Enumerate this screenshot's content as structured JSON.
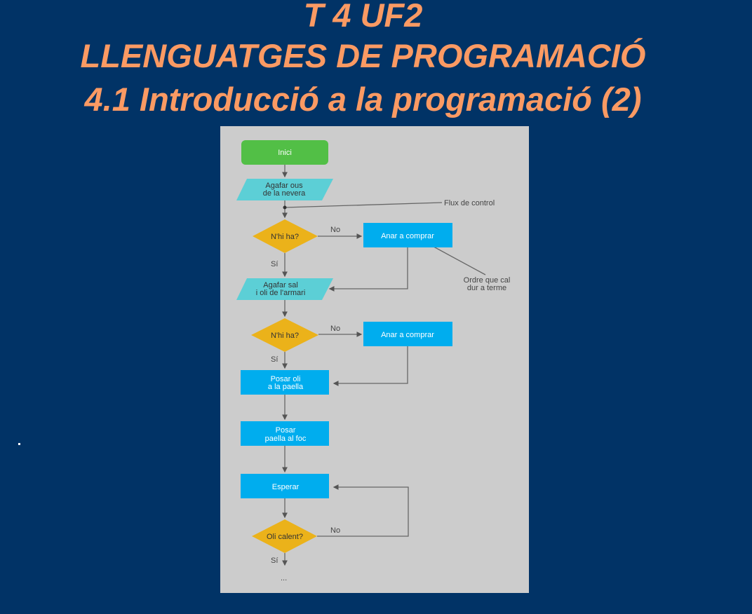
{
  "slide": {
    "title_lines": [
      "T 4 UF2",
      "LLENGUATGES DE PROGRAMACIÓ",
      "4.1 Introducció a la programació (2)"
    ],
    "bullet": "."
  },
  "colors": {
    "background": "#013366",
    "title": "#fb9a63",
    "panel": "#cccccc",
    "start": "#52bf46",
    "io": "#5ccfd6",
    "decision": "#ebb21a",
    "process": "#00adee"
  },
  "flowchart": {
    "start": "Inici",
    "io1": [
      "Agafar ous",
      "de la nevera"
    ],
    "decision1": "N'hi ha?",
    "process1": "Anar a comprar",
    "io2": [
      "Agafar sal",
      "i oli de l'armari"
    ],
    "decision2": "N'hi ha?",
    "process2": "Anar a comprar",
    "process3": [
      "Posar oli",
      "a la paella"
    ],
    "process4": [
      "Posar",
      "paella al foc"
    ],
    "process5": "Esperar",
    "decision3": "Oli calent?",
    "no": "No",
    "yes": "Sí",
    "continuation": "...",
    "annotation_flow": "Flux de control",
    "annotation_order": [
      "Ordre que cal",
      "dur a terme"
    ]
  }
}
